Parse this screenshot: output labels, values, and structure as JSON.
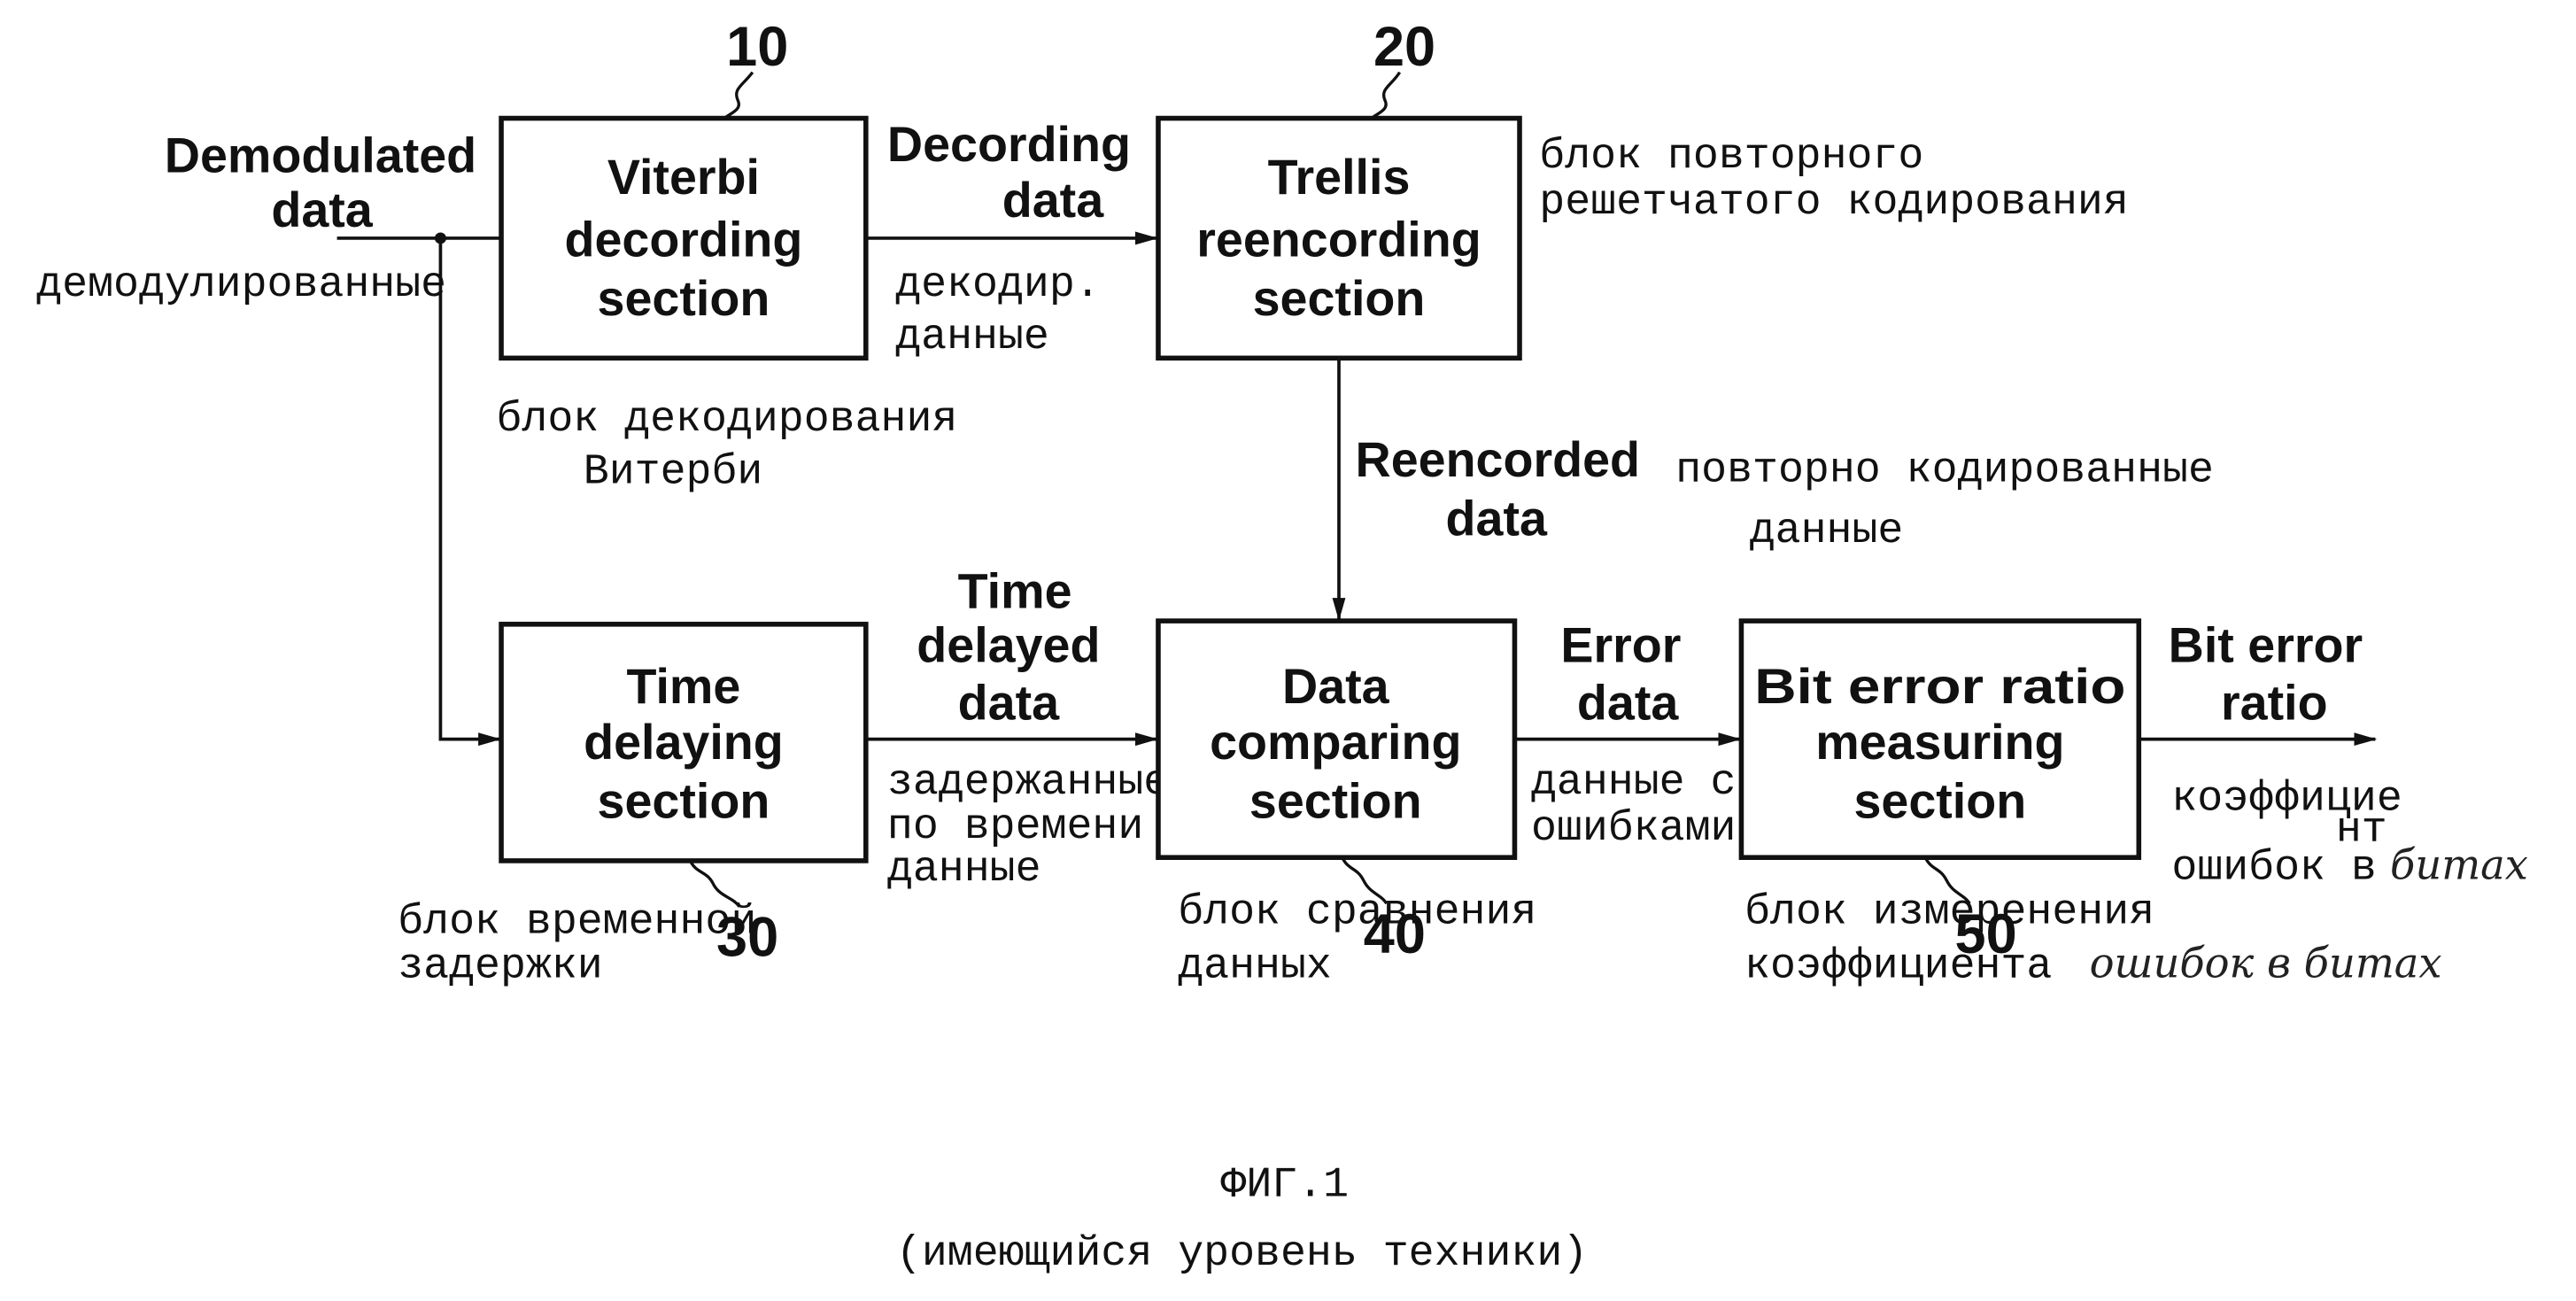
{
  "input": {
    "label": [
      "Demodulated",
      "data"
    ],
    "ru": "демодулированные"
  },
  "blocks": [
    {
      "number": "10",
      "lines": [
        "Viterbi",
        "decording",
        "section"
      ],
      "ru": [
        "блок декодирования",
        "Витерби"
      ]
    },
    {
      "number": "20",
      "lines": [
        "Trellis",
        "reencording",
        "section"
      ],
      "ru": [
        "блок повторного",
        "решетчатого кодирования"
      ]
    },
    {
      "number": "30",
      "lines": [
        "Time",
        "delaying",
        "section"
      ],
      "ru": [
        "блок временной",
        "задержки"
      ]
    },
    {
      "number": "40",
      "lines": [
        "Data",
        "comparing",
        "section"
      ],
      "ru": [
        "блок сравнения",
        "данных"
      ]
    },
    {
      "number": "50",
      "lines": [
        "Bit error ratio",
        "measuring",
        "section"
      ],
      "ru": [
        "блок измеренения",
        "коэффициента"
      ],
      "ru_handwritten": "ошибок в битах"
    }
  ],
  "edges": {
    "decoding_data": {
      "label": [
        "Decording",
        "data"
      ],
      "ru": [
        "декодир.",
        "данные"
      ]
    },
    "reencoded_data": {
      "label": [
        "Reencorded",
        "data"
      ],
      "ru": [
        "повторно кодированные",
        "данные"
      ]
    },
    "time_delayed_data": {
      "label": [
        "Time",
        "delayed",
        "data"
      ],
      "ru": [
        "задержанные",
        "по времени",
        "данные"
      ]
    },
    "error_data": {
      "label": [
        "Error",
        "data"
      ],
      "ru": [
        "данные с",
        "ошибками"
      ]
    },
    "output": {
      "label": [
        "Bit error",
        "ratio"
      ],
      "ru": [
        "коэффицие",
        "нт",
        "ошибок в"
      ],
      "ru_handwritten": "битах"
    }
  },
  "caption": {
    "figure": "ФИГ.1",
    "note": "(имеющийся уровень техники)"
  }
}
